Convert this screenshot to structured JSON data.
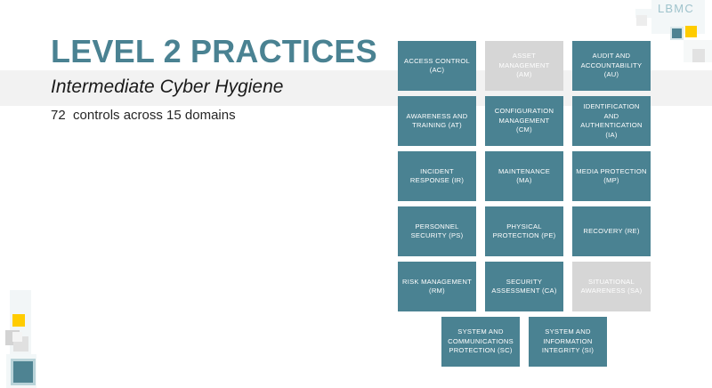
{
  "slide": {
    "title": "LEVEL 2 PRACTICES",
    "subtitle": "Intermediate Cyber Hygiene",
    "summary": "72  controls across 15 domains"
  },
  "brand": {
    "wordmark": "LBMC",
    "teal": "#4A8292",
    "grey": "#D6D6D6",
    "yellow": "#FFCC00",
    "band": "#F2F2F2"
  },
  "domains": {
    "rows": [
      [
        {
          "label": "ACCESS CONTROL\n(AC)",
          "state": "active"
        },
        {
          "label": "ASSET\nMANAGEMENT\n(AM)",
          "state": "disabled"
        },
        {
          "label": "AUDIT AND\nACCOUNTABILITY\n(AU)",
          "state": "active"
        }
      ],
      [
        {
          "label": "AWARENESS AND\nTRAINING (AT)",
          "state": "active"
        },
        {
          "label": "CONFIGURATION\nMANAGEMENT\n(CM)",
          "state": "active"
        },
        {
          "label": "IDENTIFICATION\nAND\nAUTHENTICATION\n(IA)",
          "state": "active"
        }
      ],
      [
        {
          "label": "INCIDENT\nRESPONSE (IR)",
          "state": "active"
        },
        {
          "label": "MAINTENANCE\n(MA)",
          "state": "active"
        },
        {
          "label": "MEDIA PROTECTION\n(MP)",
          "state": "active"
        }
      ],
      [
        {
          "label": "PERSONNEL\nSECURITY (PS)",
          "state": "active"
        },
        {
          "label": "PHYSICAL\nPROTECTION (PE)",
          "state": "active"
        },
        {
          "label": "RECOVERY (RE)",
          "state": "active"
        }
      ],
      [
        {
          "label": "RISK MANAGEMENT\n(RM)",
          "state": "active"
        },
        {
          "label": "SECURITY\nASSESSMENT (CA)",
          "state": "active"
        },
        {
          "label": "SITUATIONAL\nAWARENESS (SA)",
          "state": "disabled"
        }
      ],
      [
        {
          "label": "SYSTEM AND\nCOMMUNICATIONS\nPROTECTION (SC)",
          "state": "active"
        },
        {
          "label": "SYSTEM AND\nINFORMATION\nINTEGRITY (SI)",
          "state": "active"
        }
      ]
    ]
  }
}
